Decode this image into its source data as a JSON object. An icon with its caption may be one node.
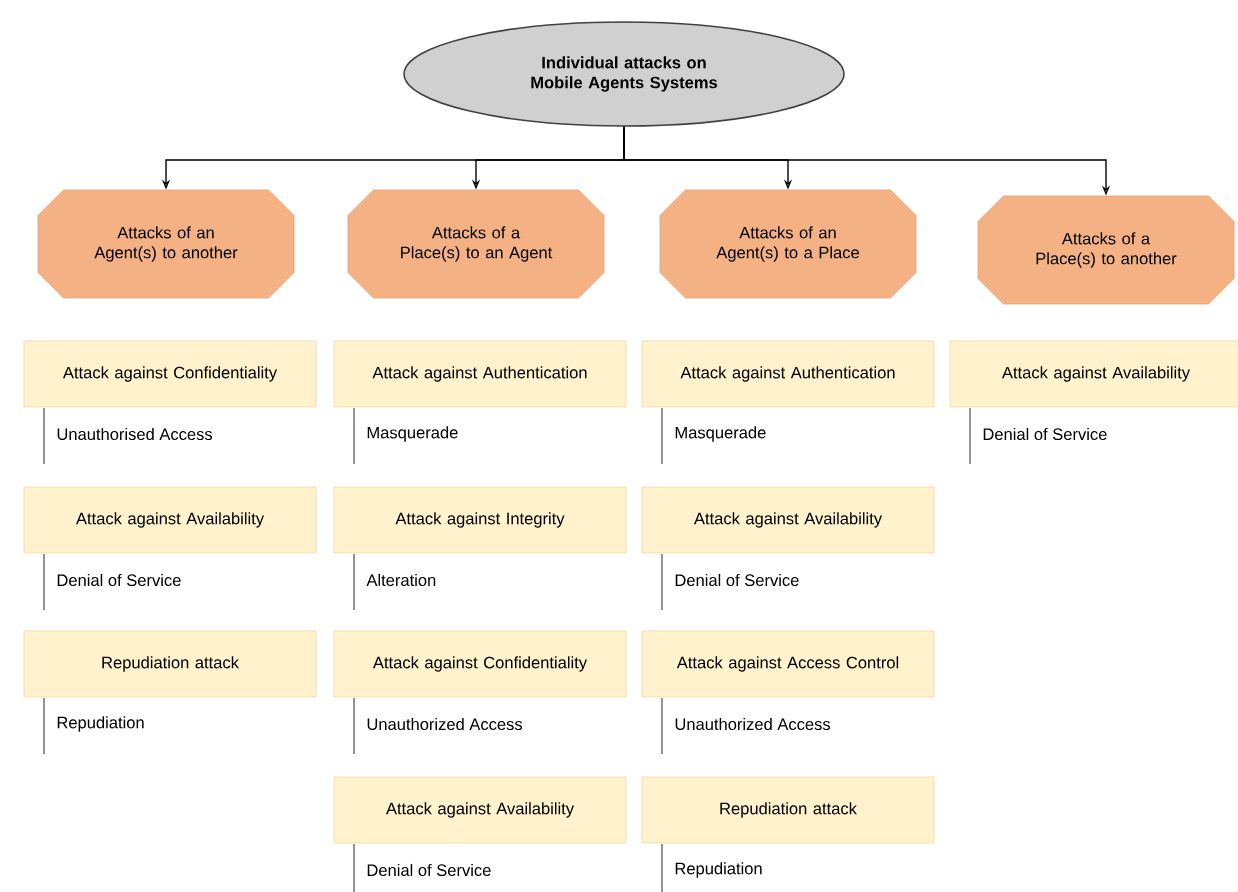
{
  "diagram": {
    "nodes": [
      {
        "text": [
          "Individual attacks on Mobile Agents Systems"
        ]
      },
      {
        "text": [
          "Attacks of an Agent(s) to another"
        ]
      },
      {
        "text": [
          "Attacks of a Place(s) to an Agent"
        ]
      },
      {
        "text": [
          "Attacks of an Agent(s) to a Place"
        ]
      },
      {
        "text": [
          "Attacks of a Place(s) to another"
        ]
      },
      {
        "text": [
          "Attack against Confidentiality"
        ],
        "beside": [
          "Unauthorised Access"
        ]
      },
      {
        "text": [
          "Attack against Availability"
        ],
        "beside": [
          "Denial of Service"
        ]
      },
      {
        "text": [
          "Repudiation attack"
        ],
        "beside": [
          "Repudiation"
        ]
      },
      {
        "text": [
          "Attack against Authentication"
        ],
        "beside": [
          "Masquerade"
        ]
      },
      {
        "text": [
          "Attack against Integrity"
        ],
        "beside": [
          "Alteration"
        ]
      },
      {
        "text": [
          "Attack against Confidentiality"
        ],
        "beside": [
          "Unauthorized Access"
        ]
      },
      {
        "text": [
          "Attack against Availability"
        ],
        "beside": [
          "Denial of Service"
        ]
      },
      {
        "text": [
          "Attack against Authentication"
        ],
        "beside": [
          "Masquerade"
        ]
      },
      {
        "text": [
          "Attack against Availability"
        ],
        "beside": [
          "Denial of Service"
        ]
      },
      {
        "text": [
          "Attack against Access Control"
        ],
        "beside": [
          "Unauthorized Access"
        ]
      },
      {
        "text": [
          "Repudiation attack"
        ],
        "beside": [
          "Repudiation"
        ]
      },
      {
        "text": [
          "Attack against Availability"
        ],
        "beside": [
          "Denial of Service"
        ]
      }
    ],
    "edges": [
      {
        "from": 0,
        "to": 1,
        "arrow": "to"
      },
      {
        "from": 0,
        "to": 2,
        "arrow": "to"
      },
      {
        "from": 0,
        "to": 3,
        "arrow": "to"
      },
      {
        "from": 0,
        "to": 4,
        "arrow": "to"
      }
    ]
  }
}
